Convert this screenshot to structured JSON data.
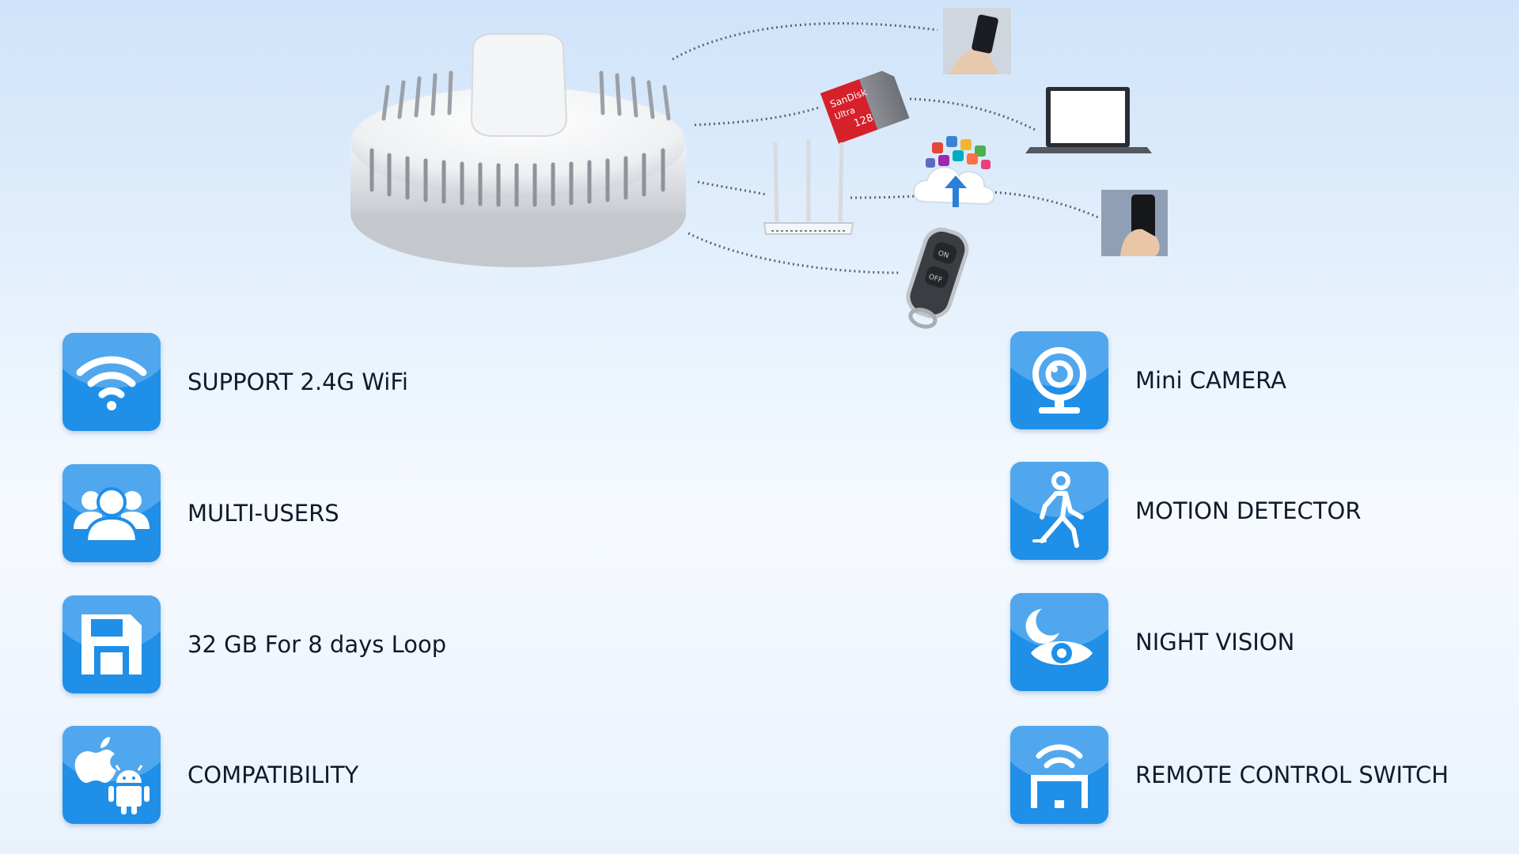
{
  "features_left": [
    {
      "label": "SUPPORT 2.4G WiFi",
      "icon": "wifi-icon"
    },
    {
      "label": "MULTI-USERS",
      "icon": "users-icon"
    },
    {
      "label": "32 GB For 8 days Loop",
      "icon": "floppy-disk-icon"
    },
    {
      "label": "COMPATIBILITY",
      "icon": "apple-android-icon"
    }
  ],
  "features_right": [
    {
      "label": "Mini CAMERA",
      "icon": "webcam-icon"
    },
    {
      "label": "MOTION DETECTOR",
      "icon": "walking-person-icon"
    },
    {
      "label": "NIGHT VISION",
      "icon": "moon-eye-icon"
    },
    {
      "label": "REMOTE CONTROL SWITCH",
      "icon": "remote-switch-icon"
    }
  ],
  "hero": {
    "sd_card_brand": "SanDisk",
    "sd_card_line": "Ultra",
    "sd_card_capacity": "128",
    "remote_on": "ON",
    "remote_off": "OFF"
  },
  "colors": {
    "tile_blue": "#1f8fe8",
    "background_top": "#cfe3fa",
    "background_bottom": "#f6faff",
    "label_text": "#101a2a"
  }
}
